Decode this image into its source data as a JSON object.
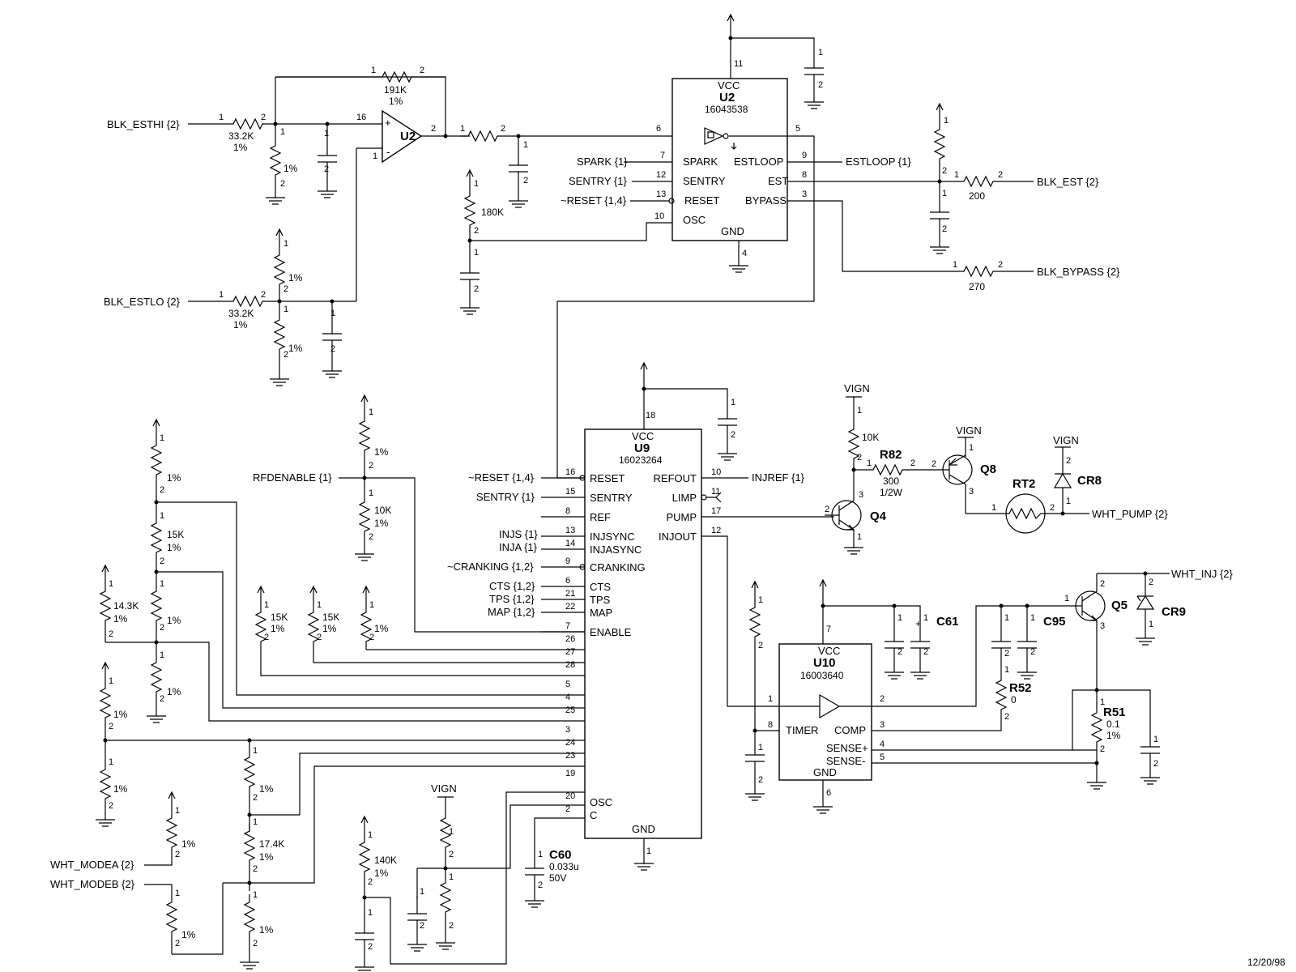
{
  "date": "12/20/98",
  "common": {
    "one": "1",
    "two": "2",
    "pct": "1%",
    "vcc": "VCC",
    "gnd": "GND",
    "vign": "VIGN"
  },
  "u2a": {
    "ref": "U2",
    "in_pin": "16",
    "plus": "+",
    "minus": "-",
    "out_pin": "2"
  },
  "u2": {
    "ref": "U2",
    "pn": "16043538",
    "vcc_pin": "11",
    "gnd_pin": "4",
    "pins_left": [
      {
        "n": "6",
        "name": ""
      },
      {
        "n": "7",
        "name": "SPARK"
      },
      {
        "n": "12",
        "name": "SENTRY"
      },
      {
        "n": "13",
        "name": "RESET"
      },
      {
        "n": "10",
        "name": "OSC"
      }
    ],
    "pins_right": [
      {
        "n": "5",
        "name": ""
      },
      {
        "n": "9",
        "name": "ESTLOOP"
      },
      {
        "n": "8",
        "name": "EST"
      },
      {
        "n": "3",
        "name": "BYPASS"
      }
    ]
  },
  "u9": {
    "ref": "U9",
    "pn": "16023264",
    "vcc_pin": "18",
    "gnd_pin": "1",
    "pins_left": [
      {
        "n": "16",
        "name": "RESET"
      },
      {
        "n": "15",
        "name": "SENTRY"
      },
      {
        "n": "8",
        "name": "REF"
      },
      {
        "n": "13",
        "name": "INJSYNC"
      },
      {
        "n": "14",
        "name": "INJASYNC"
      },
      {
        "n": "9",
        "name": "CRANKING"
      },
      {
        "n": "6",
        "name": "CTS"
      },
      {
        "n": "21",
        "name": "TPS"
      },
      {
        "n": "22",
        "name": "MAP"
      },
      {
        "n": "7",
        "name": "ENABLE"
      },
      {
        "n": "26",
        "name": ""
      },
      {
        "n": "27",
        "name": ""
      },
      {
        "n": "28",
        "name": ""
      },
      {
        "n": "5",
        "name": ""
      },
      {
        "n": "4",
        "name": ""
      },
      {
        "n": "25",
        "name": ""
      },
      {
        "n": "3",
        "name": ""
      },
      {
        "n": "24",
        "name": ""
      },
      {
        "n": "23",
        "name": ""
      },
      {
        "n": "19",
        "name": ""
      },
      {
        "n": "20",
        "name": "OSC"
      },
      {
        "n": "2",
        "name": "C"
      }
    ],
    "pins_right": [
      {
        "n": "10",
        "name": "REFOUT"
      },
      {
        "n": "11",
        "name": "LIMP"
      },
      {
        "n": "17",
        "name": "PUMP"
      },
      {
        "n": "12",
        "name": "INJOUT"
      }
    ]
  },
  "u10": {
    "ref": "U10",
    "pn": "16003640",
    "vcc_pin": "7",
    "gnd_pin": "6",
    "pins": [
      {
        "n": "1",
        "name": ""
      },
      {
        "n": "8",
        "name": "TIMER"
      },
      {
        "n": "2",
        "name": ""
      },
      {
        "n": "3",
        "name": "COMP"
      },
      {
        "n": "4",
        "name": "SENSE+"
      },
      {
        "n": "5",
        "name": "SENSE-"
      }
    ]
  },
  "signals": {
    "blk_esthi": "BLK_ESTHI {2}",
    "blk_estlo": "BLK_ESTLO {2}",
    "spark": "SPARK {1}",
    "sentry": "SENTRY {1}",
    "reset": "~RESET {1,4}",
    "estloop": "ESTLOOP {1}",
    "blk_est": "BLK_EST {2}",
    "blk_bypass": "BLK_BYPASS {2}",
    "rfdenable": "RFDENABLE {1}",
    "injref": "INJREF {1}",
    "injs": "INJS {1}",
    "inja": "INJA {1}",
    "cranking": "~CRANKING {1,2}",
    "cts": "CTS {1,2}",
    "tps": "TPS {1,2}",
    "map": "MAP {1,2}",
    "wht_pump": "WHT_PUMP {2}",
    "wht_inj": "WHT_INJ {2}",
    "wht_modea": "WHT_MODEA {2}",
    "wht_modeb": "WHT_MODEB {2}"
  },
  "values": {
    "r332k": "33.2K",
    "r191k": "191K",
    "r180k": "180K",
    "r200": "200",
    "r270": "270",
    "r10k": "10K",
    "r15k": "15K",
    "r143k": "14.3K",
    "r174k": "17.4K",
    "r140k": "140K",
    "r300": "300",
    "half_w": "1/2W",
    "r0": "0",
    "r01": "0.1",
    "c60_val": "0.033u",
    "c60_v": "50V",
    "plus": "+"
  },
  "refs": {
    "r82": "R82",
    "q8": "Q8",
    "q4": "Q4",
    "rt2": "RT2",
    "cr8": "CR8",
    "q5": "Q5",
    "cr9": "CR9",
    "c61": "C61",
    "c95": "C95",
    "r52": "R52",
    "r51": "R51",
    "c60": "C60"
  }
}
